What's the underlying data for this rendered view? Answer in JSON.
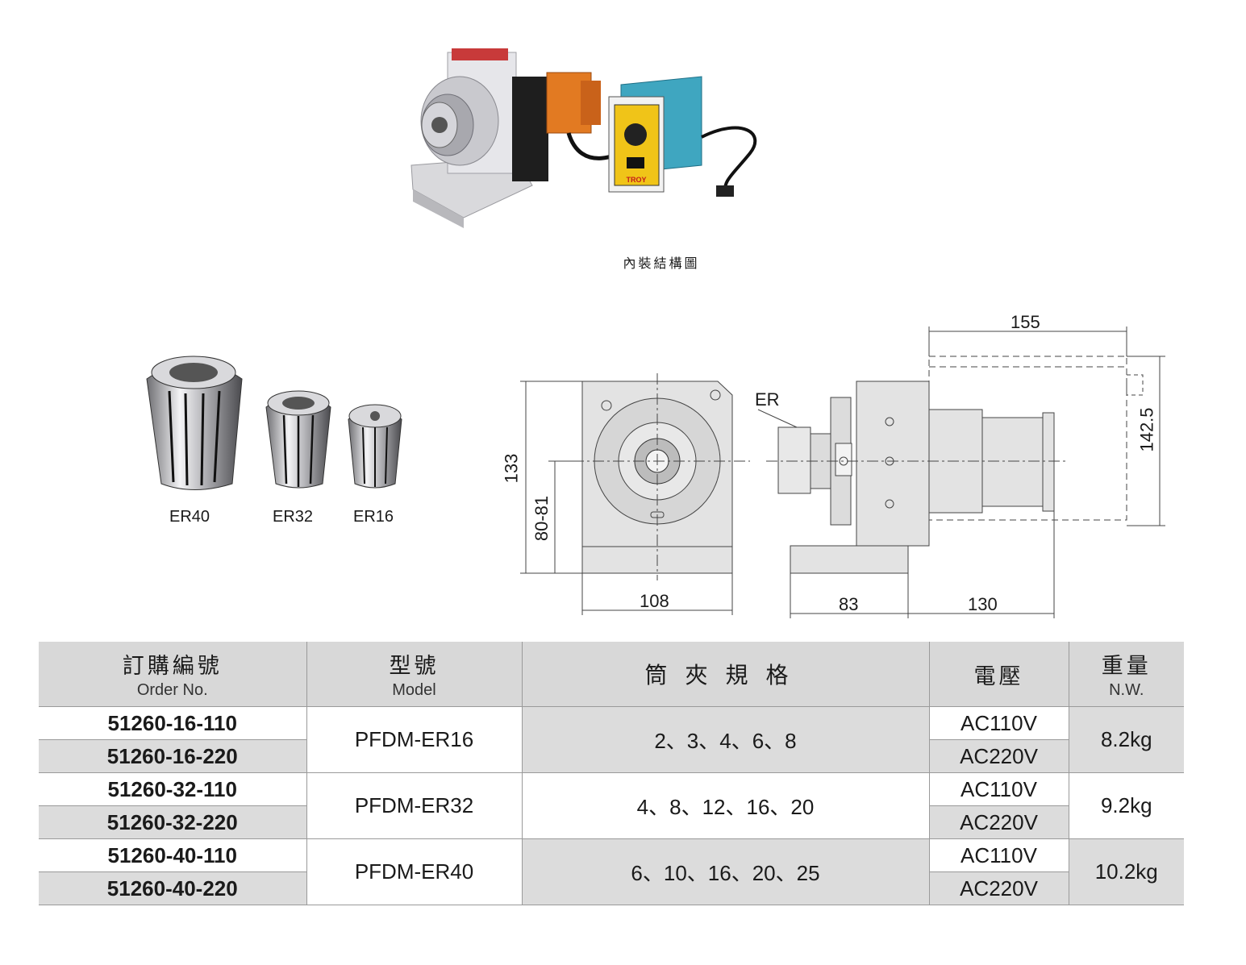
{
  "caption": "內裝結構圖",
  "brand_label": "TROY",
  "collets": [
    {
      "label": "ER40"
    },
    {
      "label": "ER32"
    },
    {
      "label": "ER16"
    }
  ],
  "drawing": {
    "er_label": "ER",
    "dims": {
      "d155": "155",
      "d142_5": "142.5",
      "d133": "133",
      "d80_81": "80-81",
      "d108": "108",
      "d83": "83",
      "d130": "130"
    }
  },
  "table": {
    "headers": {
      "order_cn": "訂購編號",
      "order_en": "Order No.",
      "model_cn": "型號",
      "model_en": "Model",
      "collet_spec_cn": "筒夾規格",
      "voltage_cn": "電壓",
      "weight_cn": "重量",
      "weight_en": "N.W."
    },
    "groups": [
      {
        "model": "PFDM-ER16",
        "collet_sizes": "2、3、4、6、8",
        "weight": "8.2kg",
        "rows": [
          {
            "order_no": "51260-16-110",
            "voltage": "AC110V"
          },
          {
            "order_no": "51260-16-220",
            "voltage": "AC220V"
          }
        ]
      },
      {
        "model": "PFDM-ER32",
        "collet_sizes": "4、8、12、16、20",
        "weight": "9.2kg",
        "rows": [
          {
            "order_no": "51260-32-110",
            "voltage": "AC110V"
          },
          {
            "order_no": "51260-32-220",
            "voltage": "AC220V"
          }
        ]
      },
      {
        "model": "PFDM-ER40",
        "collet_sizes": "6、10、16、20、25",
        "weight": "10.2kg",
        "rows": [
          {
            "order_no": "51260-40-110",
            "voltage": "AC110V"
          },
          {
            "order_no": "51260-40-220",
            "voltage": "AC220V"
          }
        ]
      }
    ]
  }
}
